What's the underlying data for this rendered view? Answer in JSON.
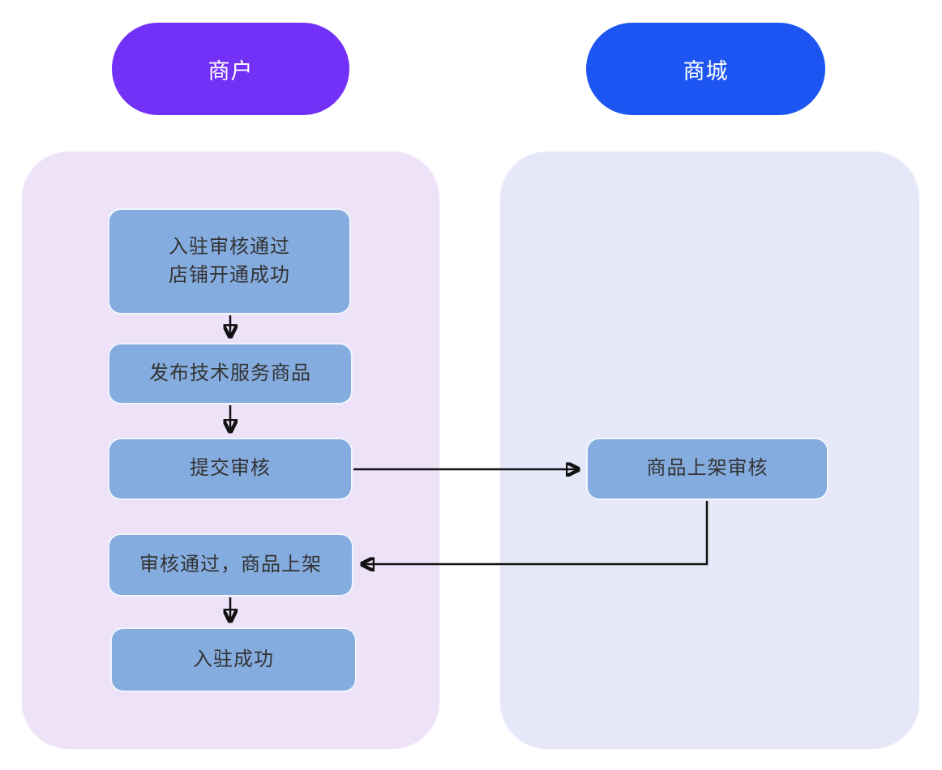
{
  "diagram": {
    "type": "flowchart",
    "lanes": [
      {
        "id": "merchant",
        "label": "商户",
        "pill_color": "#7330f7",
        "lane_color": "#eee2f8"
      },
      {
        "id": "mall",
        "label": "商城",
        "pill_color": "#1d55f2",
        "lane_color": "#e6e8f9"
      }
    ],
    "nodes": [
      {
        "id": "n1",
        "lane": "merchant",
        "label": "入驻审核通过\n店铺开通成功"
      },
      {
        "id": "n2",
        "lane": "merchant",
        "label": "发布技术服务商品"
      },
      {
        "id": "n3",
        "lane": "merchant",
        "label": "提交审核"
      },
      {
        "id": "n4",
        "lane": "merchant",
        "label": "审核通过，商品上架"
      },
      {
        "id": "n5",
        "lane": "merchant",
        "label": "入驻成功"
      },
      {
        "id": "n6",
        "lane": "mall",
        "label": "商品上架审核"
      }
    ],
    "edges": [
      {
        "from": "n1",
        "to": "n2",
        "shape": "straight-down"
      },
      {
        "from": "n2",
        "to": "n3",
        "shape": "straight-down"
      },
      {
        "from": "n3",
        "to": "n6",
        "shape": "straight-right"
      },
      {
        "from": "n6",
        "to": "n4",
        "shape": "elbow-down-left"
      },
      {
        "from": "n4",
        "to": "n5",
        "shape": "straight-down"
      }
    ],
    "colors": {
      "node_fill": "#85acdf",
      "node_text": "#333333",
      "arrow": "#111111",
      "background": "#ffffff"
    }
  }
}
